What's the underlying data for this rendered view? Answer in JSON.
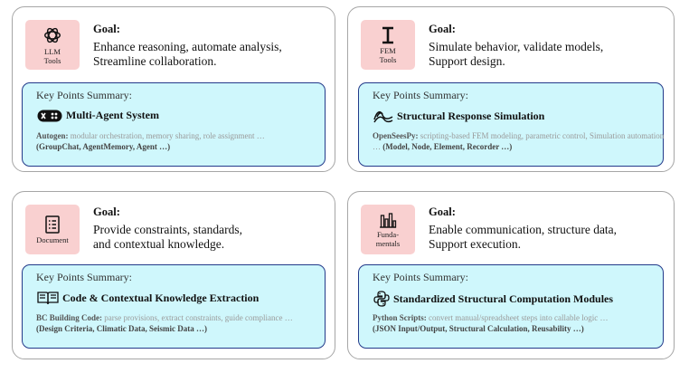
{
  "cards": [
    {
      "tile": {
        "icon": "openai-logo-icon",
        "label_lines": [
          "LLM",
          "Tools"
        ]
      },
      "goal_title": "Goal:",
      "goal_lines": [
        "Enhance reasoning, automate analysis,",
        "Streamline collaboration."
      ],
      "summary_heading": "Key Points Summary:",
      "summary_icon": "multi-agent-icon",
      "summary_title": "Multi-Agent System",
      "detail_lead": "Autogen:",
      "detail_desc": "modular orchestration, memory sharing, role assignment …",
      "detail_items": "(GroupChat, AgentMemory, Agent …)"
    },
    {
      "tile": {
        "icon": "cursor-i-icon",
        "label_lines": [
          "FEM",
          "Tools"
        ]
      },
      "goal_title": "Goal:",
      "goal_lines": [
        "Simulate behavior, validate models,",
        "Support design."
      ],
      "summary_heading": "Key Points Summary:",
      "summary_icon": "waves-icon",
      "summary_title": "Structural Response Simulation",
      "detail_lead": "OpenSeesPy:",
      "detail_desc": "scripting-based FEM modeling, parametric control, Simulation automation …",
      "detail_items": "(Model, Node, Element, Recorder …)"
    },
    {
      "tile": {
        "icon": "document-icon",
        "label_lines": [
          "Document"
        ]
      },
      "goal_title": "Goal:",
      "goal_lines": [
        "Provide constraints, standards,",
        "and contextual knowledge."
      ],
      "summary_heading": "Key Points Summary:",
      "summary_icon": "book-icon",
      "summary_title": "Code & Contextual Knowledge Extraction",
      "detail_lead": "BC Building Code:",
      "detail_desc": "parse provisions, extract constraints, guide compliance …",
      "detail_items": "(Design Criteria, Climatic Data, Seismic Data …)"
    },
    {
      "tile": {
        "icon": "bar-chart-icon",
        "label_lines": [
          "Funda-",
          "mentals"
        ]
      },
      "goal_title": "Goal:",
      "goal_lines": [
        "Enable communication, structure data,",
        "Support execution."
      ],
      "summary_heading": "Key Points Summary:",
      "summary_icon": "python-logo-icon",
      "summary_title": "Standardized Structural Computation Modules",
      "detail_lead": "Python Scripts:",
      "detail_desc": "convert manual/spreadsheet steps into callable logic …",
      "detail_items": "(JSON Input/Output, Structural Calculation, Reusability …)"
    }
  ]
}
